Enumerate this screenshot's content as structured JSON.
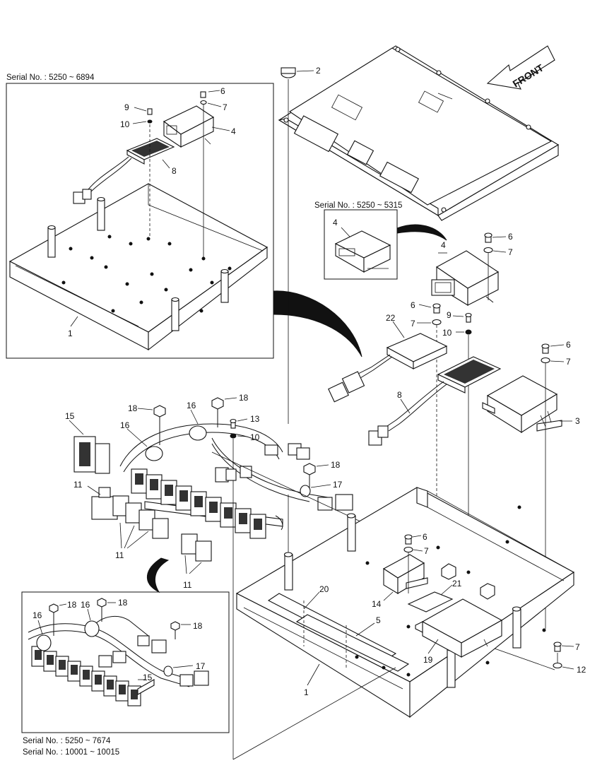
{
  "front_label": "FRONT",
  "serial_notes": {
    "top_left_box": "Serial No. : 5250 ~ 6894",
    "small_box": "Serial No. : 5250 ~ 5315",
    "bottom_box_line1": "Serial No. : 5250 ~ 7674",
    "bottom_box_line2": "Serial No. : 10001 ~ 10015"
  },
  "callouts": {
    "top_left_box": [
      "9",
      "6",
      "7",
      "10",
      "4",
      "8",
      "1"
    ],
    "small_box": [
      "4"
    ],
    "main": [
      "2",
      "6",
      "4",
      "7",
      "6",
      "9",
      "7",
      "10",
      "22",
      "6",
      "7",
      "3",
      "8",
      "18",
      "18",
      "16",
      "15",
      "16",
      "13",
      "10",
      "18",
      "17",
      "11",
      "11",
      "11",
      "6",
      "7",
      "21",
      "12",
      "14",
      "20",
      "5",
      "19",
      "7",
      "1"
    ],
    "bottom_box": [
      "16",
      "18",
      "16",
      "18",
      "18",
      "17",
      "15"
    ]
  }
}
